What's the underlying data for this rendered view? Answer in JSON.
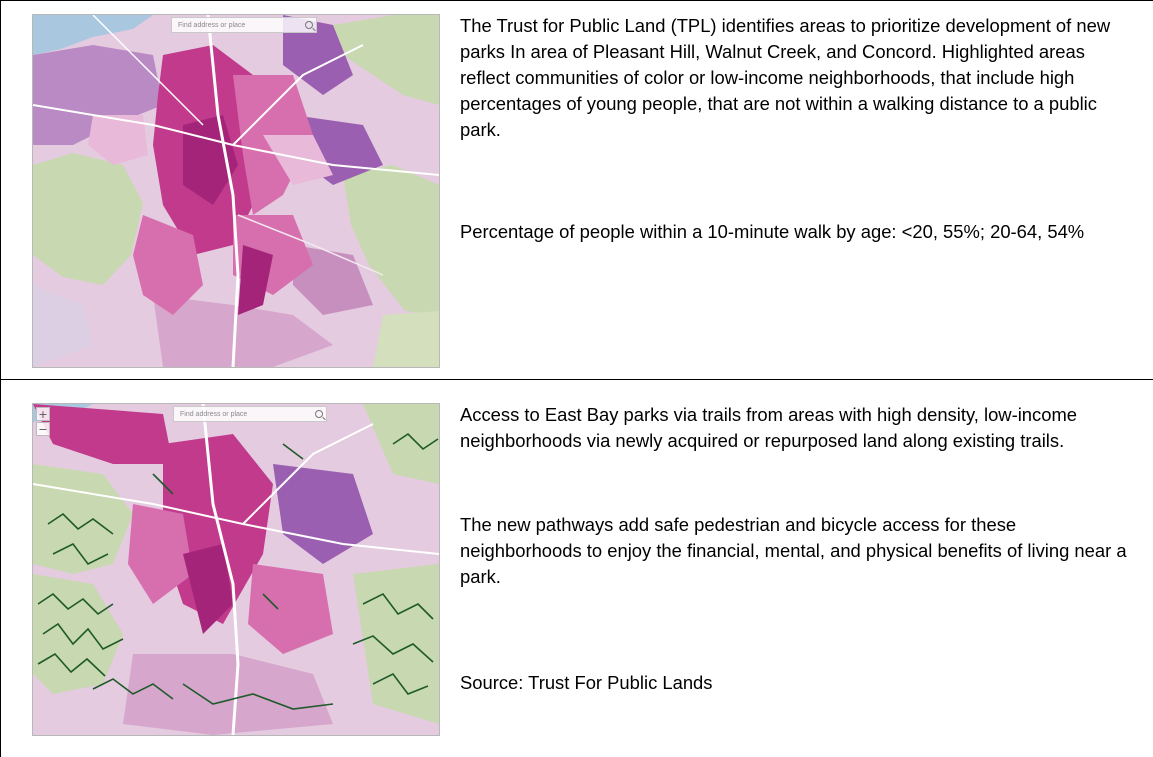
{
  "map_top": {
    "search_placeholder": "Find address or place",
    "icons": [
      "search-icon"
    ],
    "colors": {
      "land": "#e2c6dc",
      "high_priority": "#c23a8c",
      "moderate": "#d76fae",
      "low": "#e8b9d8",
      "purple": "#9a5fb0",
      "parkland": "#c8d8b0",
      "water": "#a9c8e0"
    }
  },
  "map_bottom": {
    "search_placeholder": "Find address or place",
    "zoom_in_label": "+",
    "zoom_out_label": "−",
    "icons": [
      "search-icon",
      "plus-icon",
      "minus-icon"
    ],
    "colors": {
      "trails": "#1f5a2a",
      "parkland": "#c8d8b0"
    }
  },
  "row1": {
    "paragraph1": "The Trust for Public Land (TPL) identifies areas to prioritize development of new parks In area of Pleasant Hill, Walnut Creek, and Concord. Highlighted areas reflect communities of color or low-income neighborhoods, that include high percentages of young people, that are not within a walking distance to a public park.",
    "paragraph2": "Percentage of people within a 10-minute walk by age: <20, 55%; 20-64, 54%"
  },
  "row2": {
    "paragraph1": "Access to East Bay parks via trails from areas with high density, low-income neighborhoods via newly acquired or repurposed land along existing trails.",
    "paragraph2": "The new pathways add safe pedestrian and bicycle access for these neighborhoods to enjoy the financial, mental, and physical benefits of living near a park.",
    "source": "Source: Trust For Public Lands"
  }
}
